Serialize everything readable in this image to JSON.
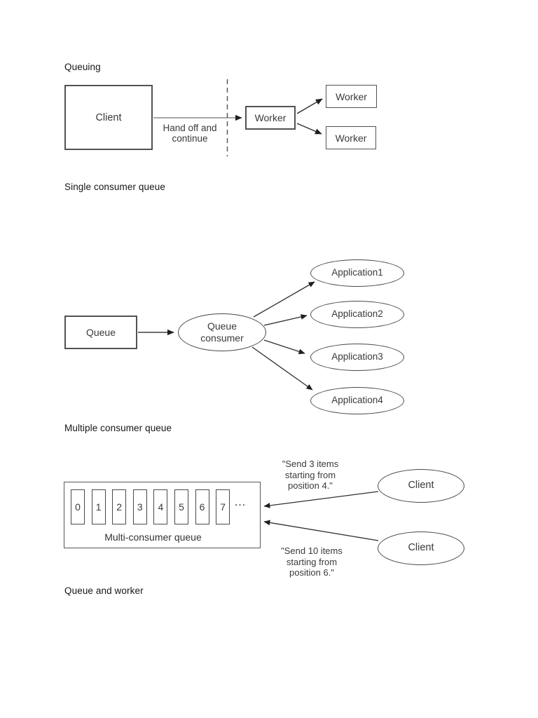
{
  "labels": {
    "queuing": "Queuing",
    "single_consumer": "Single consumer queue",
    "multiple_consumer": "Multiple consumer queue",
    "queue_and_worker": "Queue and worker"
  },
  "queuing_diagram": {
    "client": "Client",
    "handoff_line1": "Hand off and",
    "handoff_line2": "continue",
    "worker_main": "Worker",
    "worker_top": "Worker",
    "worker_bottom": "Worker"
  },
  "single_queue_diagram": {
    "queue": "Queue",
    "consumer_line1": "Queue",
    "consumer_line2": "consumer",
    "applications": [
      "Application1",
      "Application2",
      "Application3",
      "Application4"
    ]
  },
  "multi_queue_diagram": {
    "cells": [
      "0",
      "1",
      "2",
      "3",
      "4",
      "5",
      "6",
      "7"
    ],
    "ellipsis": "…",
    "caption": "Multi-consumer queue",
    "client_top": "Client",
    "client_bottom": "Client",
    "note_top": [
      "\"Send 3 items",
      "starting from",
      "position 4.\""
    ],
    "note_bottom": [
      "\"Send 10 items",
      "starting from",
      "position 6.\""
    ]
  },
  "colors": {
    "page_background": "#ffffff",
    "diagram_stroke": "#4a4a4a",
    "diagram_text": "#3a3a3a",
    "document_text": "#161616"
  }
}
